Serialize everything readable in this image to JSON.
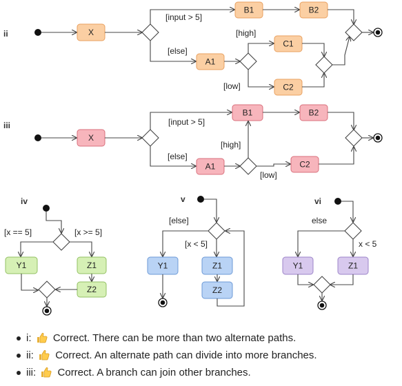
{
  "diagrams": {
    "ii": {
      "label": "ii",
      "nodes": {
        "X": "X",
        "B1": "B1",
        "B2": "B2",
        "A1": "A1",
        "C1": "C1",
        "C2": "C2"
      },
      "guards": {
        "input_gt_5": "[input > 5]",
        "else": "[else]",
        "high": "[high]",
        "low": "[low]"
      }
    },
    "iii": {
      "label": "iii",
      "nodes": {
        "X": "X",
        "B1": "B1",
        "B2": "B2",
        "A1": "A1",
        "C2": "C2"
      },
      "guards": {
        "input_gt_5": "[input > 5]",
        "else": "[else]",
        "high": "[high]",
        "low": "[low]"
      }
    },
    "iv": {
      "label": "iv",
      "nodes": {
        "Y1": "Y1",
        "Z1": "Z1",
        "Z2": "Z2"
      },
      "guards": {
        "x_eq_5": "[x == 5]",
        "x_ge_5": "[x >= 5]"
      }
    },
    "v": {
      "label": "v",
      "nodes": {
        "Y1": "Y1",
        "Z1": "Z1",
        "Z2": "Z2"
      },
      "guards": {
        "else": "[else]",
        "x_lt_5": "[x < 5]"
      }
    },
    "vi": {
      "label": "vi",
      "nodes": {
        "Y1": "Y1",
        "Z1": "Z1"
      },
      "guards": {
        "else": "else",
        "x_lt_5": "x < 5"
      }
    }
  },
  "colors": {
    "orange_fill": "#FBCFA3",
    "orange_stroke": "#E8A060",
    "red_fill": "#F7B5BC",
    "red_stroke": "#D9707C",
    "green_fill": "#D6F0B5",
    "green_stroke": "#93C063",
    "blue_fill": "#B9D3F5",
    "blue_stroke": "#6C99D6",
    "purple_fill": "#D8C9EE",
    "purple_stroke": "#9C84C8"
  },
  "notes": [
    {
      "prefix": "i:",
      "icon": "thumbs-up-icon",
      "text": "Correct. There can be more than two alternate paths."
    },
    {
      "prefix": "ii:",
      "icon": "thumbs-up-icon",
      "text": "Correct. An alternate path can divide into more branches."
    },
    {
      "prefix": "iii:",
      "icon": "thumbs-up-icon",
      "text": "Correct. A branch can join other branches."
    }
  ]
}
